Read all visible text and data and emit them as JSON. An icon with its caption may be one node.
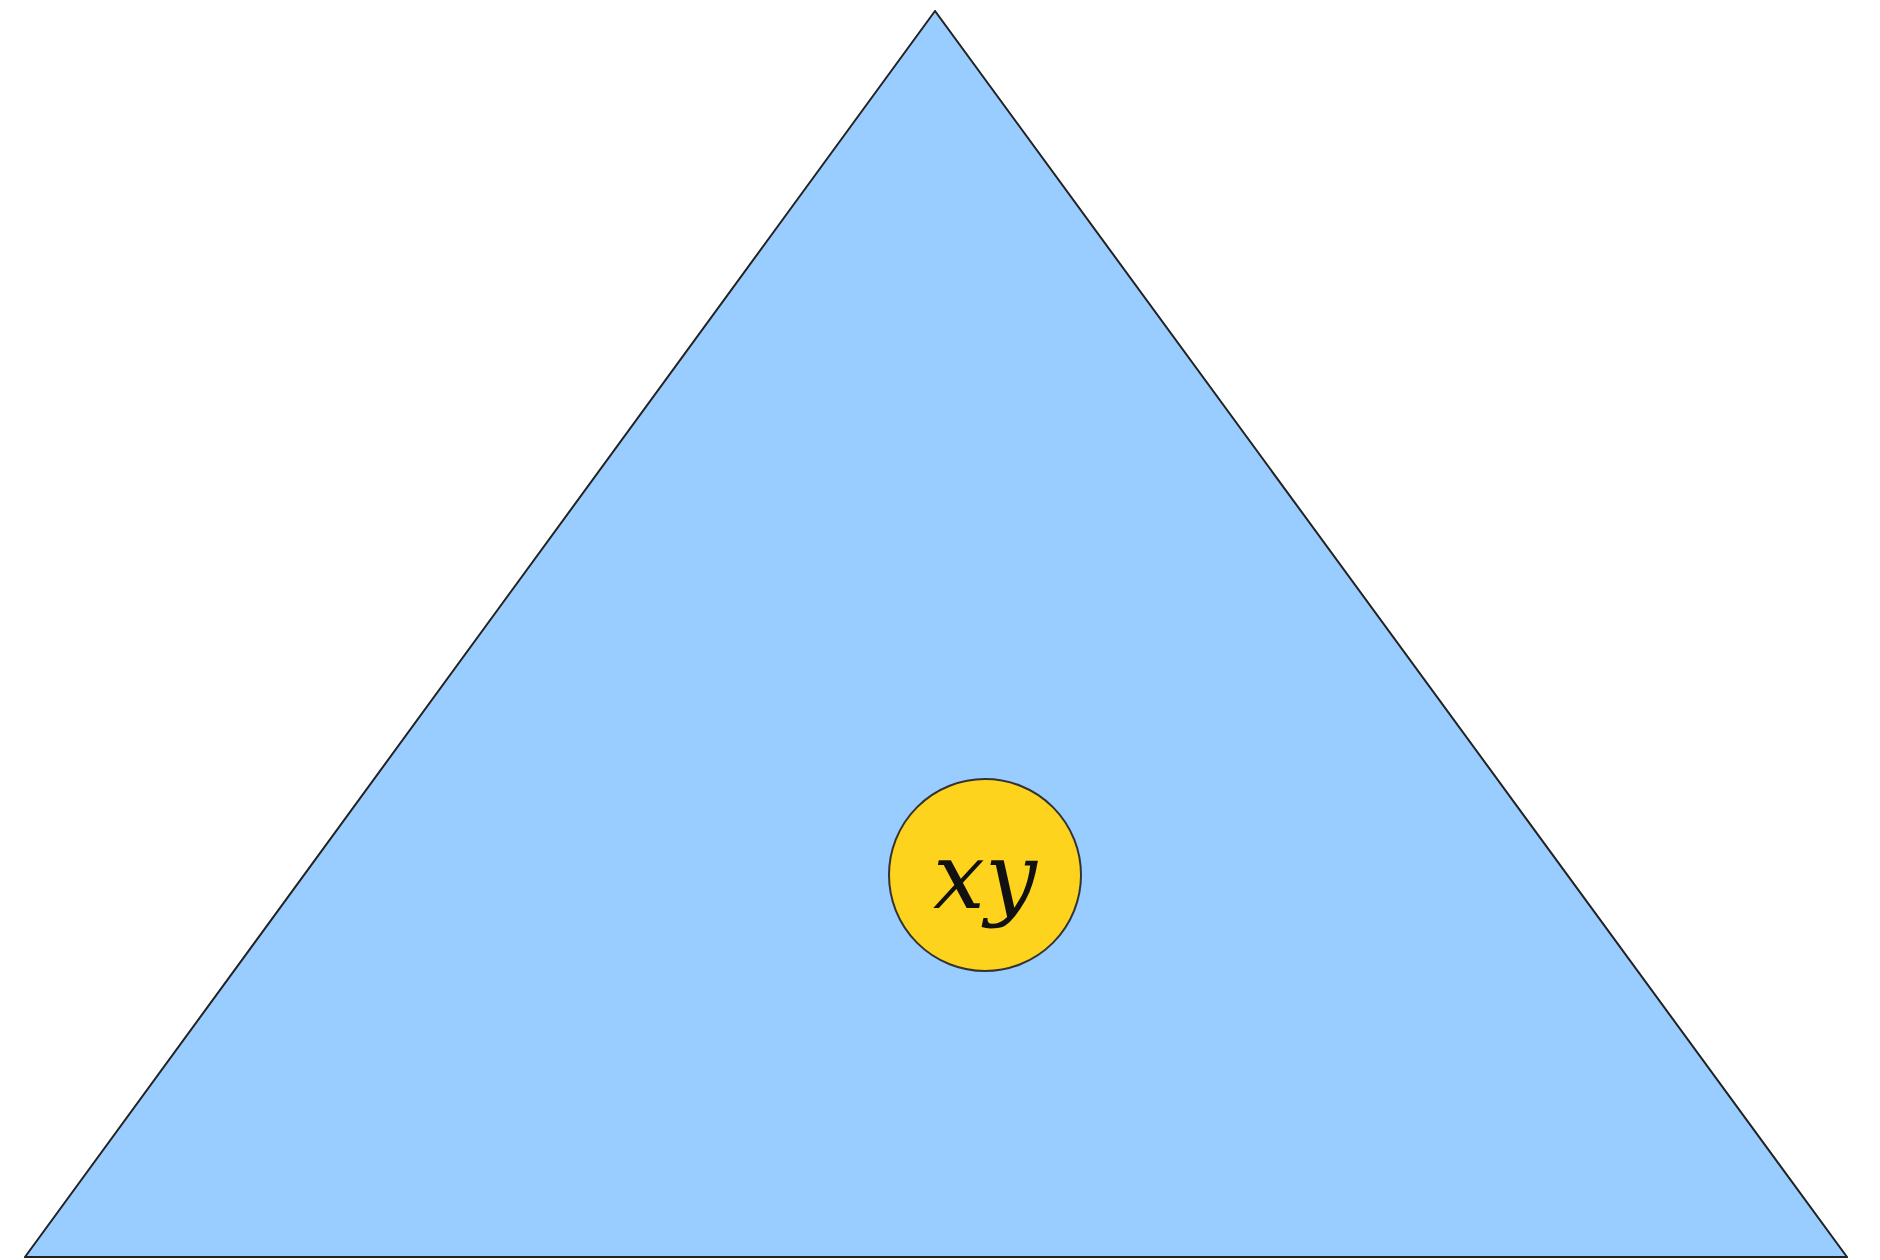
{
  "diagram": {
    "nodes": [
      {
        "text": [],
        "shape": "triangle"
      },
      {
        "text": [
          "xy"
        ],
        "in": 0
      }
    ]
  }
}
